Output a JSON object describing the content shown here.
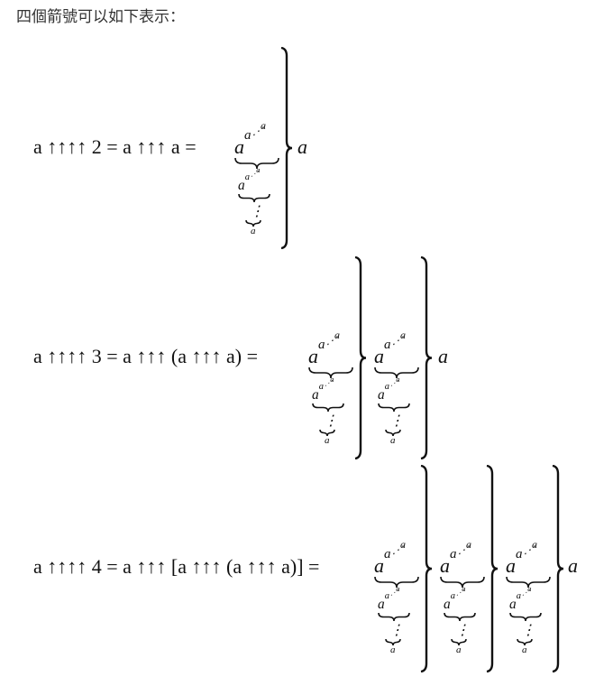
{
  "intro": "四個箭號可以如下表示：",
  "tower": {
    "base": "a",
    "exp": "a",
    "top": "a",
    "hdots": "⋰",
    "vdots": "⋮"
  },
  "rows": [
    {
      "lhs": "a ↑↑↑↑ 2 = a ↑↑↑ a =",
      "towers": 1,
      "result": "a"
    },
    {
      "lhs": "a ↑↑↑↑ 3 = a ↑↑↑ (a ↑↑↑ a) =",
      "towers": 2,
      "result": "a"
    },
    {
      "lhs": "a ↑↑↑↑ 4 = a ↑↑↑ [a ↑↑↑ (a ↑↑↑ a)] =",
      "towers": 3,
      "result": "a"
    }
  ]
}
